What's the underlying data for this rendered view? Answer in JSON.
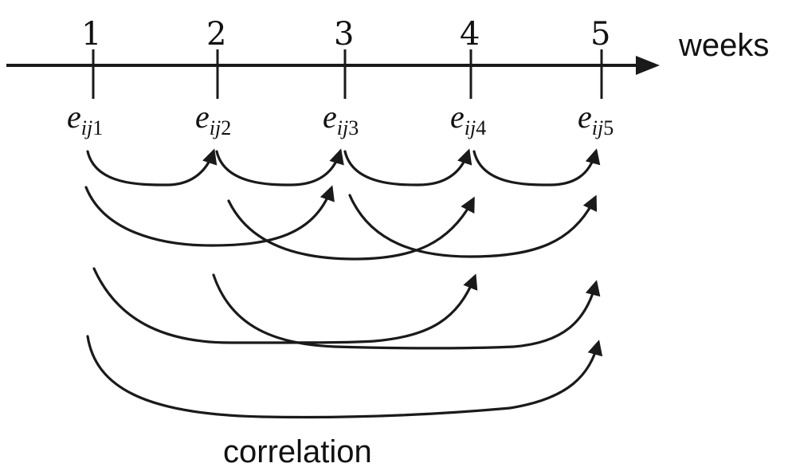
{
  "axis": {
    "label": "weeks",
    "weeks": [
      "1",
      "2",
      "3",
      "4",
      "5"
    ]
  },
  "errors": [
    {
      "base": "e",
      "sub_letters": "ij",
      "sub_num": "1"
    },
    {
      "base": "e",
      "sub_letters": "ij",
      "sub_num": "2"
    },
    {
      "base": "e",
      "sub_letters": "ij",
      "sub_num": "3"
    },
    {
      "base": "e",
      "sub_letters": "ij",
      "sub_num": "4"
    },
    {
      "base": "e",
      "sub_letters": "ij",
      "sub_num": "5"
    }
  ],
  "correlations": [
    {
      "from": 1,
      "to": 2
    },
    {
      "from": 2,
      "to": 3
    },
    {
      "from": 3,
      "to": 4
    },
    {
      "from": 4,
      "to": 5
    },
    {
      "from": 1,
      "to": 3
    },
    {
      "from": 2,
      "to": 4
    },
    {
      "from": 3,
      "to": 5
    },
    {
      "from": 1,
      "to": 4
    },
    {
      "from": 2,
      "to": 5
    },
    {
      "from": 1,
      "to": 5
    }
  ],
  "caption": "correlation"
}
